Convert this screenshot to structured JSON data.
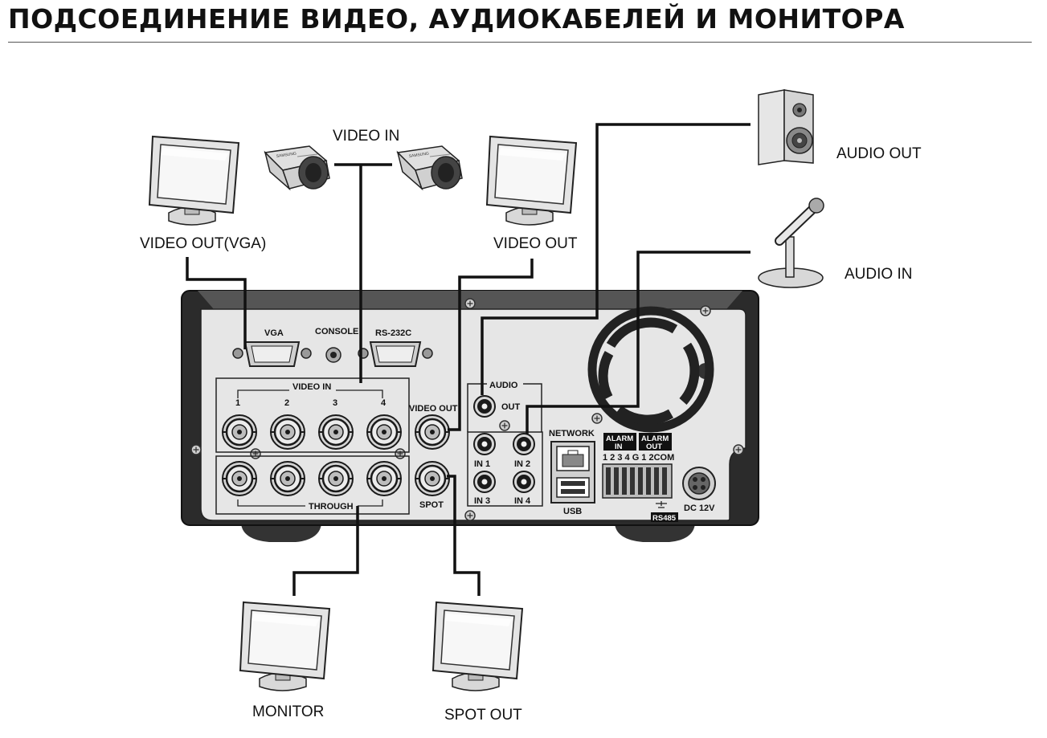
{
  "title": "ПОДСОЕДИНЕНИЕ ВИДЕО, АУДИОКАБЕЛЕЙ И МОНИТОРА",
  "labels": {
    "video_out_vga": "VIDEO OUT(VGA)",
    "video_in": "VIDEO IN",
    "video_out": "VIDEO OUT",
    "audio_out": "AUDIO OUT",
    "audio_in": "AUDIO IN",
    "monitor": "MONITOR",
    "spot_out": "SPOT OUT"
  },
  "camera_brand": "SAMSUNG",
  "panel": {
    "vga": "VGA",
    "console": "CONSOLE",
    "rs232c": "RS-232C",
    "video_in": "VIDEO IN",
    "ch1": "1",
    "ch2": "2",
    "ch3": "3",
    "ch4": "4",
    "through": "THROUGH",
    "video_out": "VIDEO OUT",
    "spot": "SPOT",
    "audio": "AUDIO",
    "out": "OUT",
    "in1": "IN 1",
    "in2": "IN 2",
    "in3": "IN 3",
    "in4": "IN 4",
    "network": "NETWORK",
    "usb": "USB",
    "alarm_in_1": "ALARM",
    "alarm_in_2": "IN",
    "alarm_out_1": "ALARM",
    "alarm_out_2": "OUT",
    "alarm_pins": "1 2 3 4 G 1 2COM",
    "rs485": "RS485",
    "dc12v": "DC 12V"
  }
}
